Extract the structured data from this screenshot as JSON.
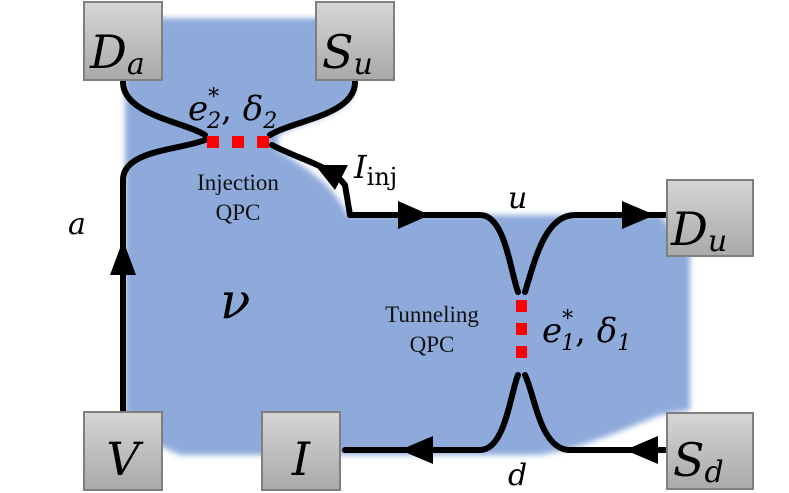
{
  "diagram": {
    "region_label": "ν",
    "contacts": {
      "Da": {
        "main": "D",
        "sub": "a"
      },
      "Su": {
        "main": "S",
        "sub": "u"
      },
      "Du": {
        "main": "D",
        "sub": "u"
      },
      "Sd": {
        "main": "S",
        "sub": "d"
      },
      "V": {
        "main": "V"
      },
      "I": {
        "main": "I"
      }
    },
    "edge_labels": {
      "a": "a",
      "u": "u",
      "d": "d",
      "iinj_main": "I",
      "iinj_sub": "inj"
    },
    "injection_qpc": {
      "name_line1": "Injection",
      "name_line2": "QPC",
      "charge_main": "e",
      "charge_sub": "2",
      "charge_sup": "*",
      "sep": ", ",
      "delta_main": "δ",
      "delta_sub": "2"
    },
    "tunneling_qpc": {
      "name_line1": "Tunneling",
      "name_line2": "QPC",
      "charge_main": "e",
      "charge_sub": "1",
      "charge_sup": "*",
      "sep": ", ",
      "delta_main": "δ",
      "delta_sub": "1"
    },
    "colors": {
      "region": "#8eaadb",
      "edge": "#000000",
      "qpc": "#ff0000",
      "contact_fill": "#bfbfbf",
      "contact_border": "#7f7f7f"
    }
  }
}
